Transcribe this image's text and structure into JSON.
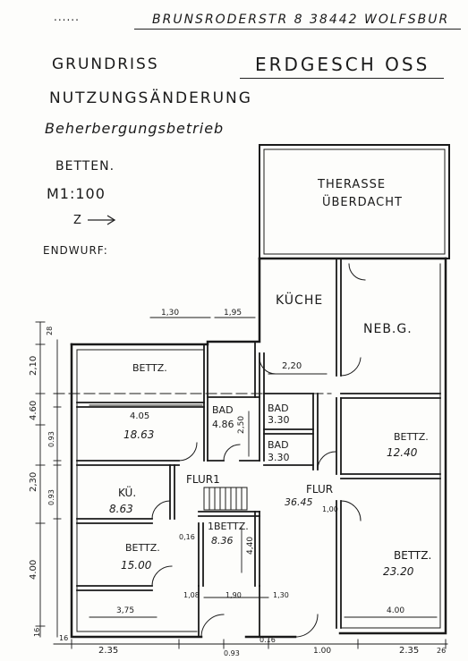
{
  "header": {
    "address": "BRUNSRODERSTR 8  38442 WOLFSBUR",
    "title1": "GRUNDRISS",
    "floor": "ERDGESCH OSS",
    "title2": "NUTZUNGSÄNDERUNG",
    "title3": "Beherbergungsbetrieb",
    "betten": "BETTEN.",
    "scale": "M1:100",
    "north": "Z",
    "draft": "ENDWURF:"
  },
  "rooms": {
    "terrace_line1": "THERASSE",
    "terrace_line2": "ÜBERDACHT",
    "kitchen": "KÜCHE",
    "neb": "NEB.G.",
    "bed_top": "BETTZ.",
    "bed_top_area": "18.63",
    "bad1": "BAD",
    "bad1_area": "4.86",
    "bad2": "BAD",
    "bad2_area": "3.30",
    "bad3": "BAD",
    "bad3_area": "3.30",
    "bed_right_top": "BETTZ.",
    "bed_right_top_area": "12.40",
    "flur1": "FLUR1",
    "flur": "FLUR",
    "flur_area": "36.45",
    "ku": "KÜ.",
    "ku_area": "8.63",
    "bed_1": "1BETTZ.",
    "bed_1_area": "8.36",
    "bed_left_bottom": "BETTZ.",
    "bed_left_bottom_area": "15.00",
    "bed_right_bottom": "BETTZ.",
    "bed_right_bottom_area": "23.20"
  },
  "dims": {
    "d130": "1,30",
    "d195": "1,95",
    "d220": "2,20",
    "d405": "4.05",
    "d250": "2,50",
    "d100": "1,00",
    "d016": "0,16",
    "d440": "4,40",
    "d375": "3,75",
    "d108": "1,08",
    "d190": "1,90",
    "d130b": "1,30",
    "d400": "4.00",
    "d235": "2.35",
    "d093": "0.93",
    "d016b": "0.16",
    "d100b": "1.00",
    "d235b": "2.35",
    "d26": "26",
    "d16": "16",
    "v210": "2,10",
    "v28": "28",
    "v460": "4.60",
    "v093": "0.93",
    "v230": "2,30",
    "v093b": "0.93",
    "v400": "4.00",
    "v16": "16"
  }
}
